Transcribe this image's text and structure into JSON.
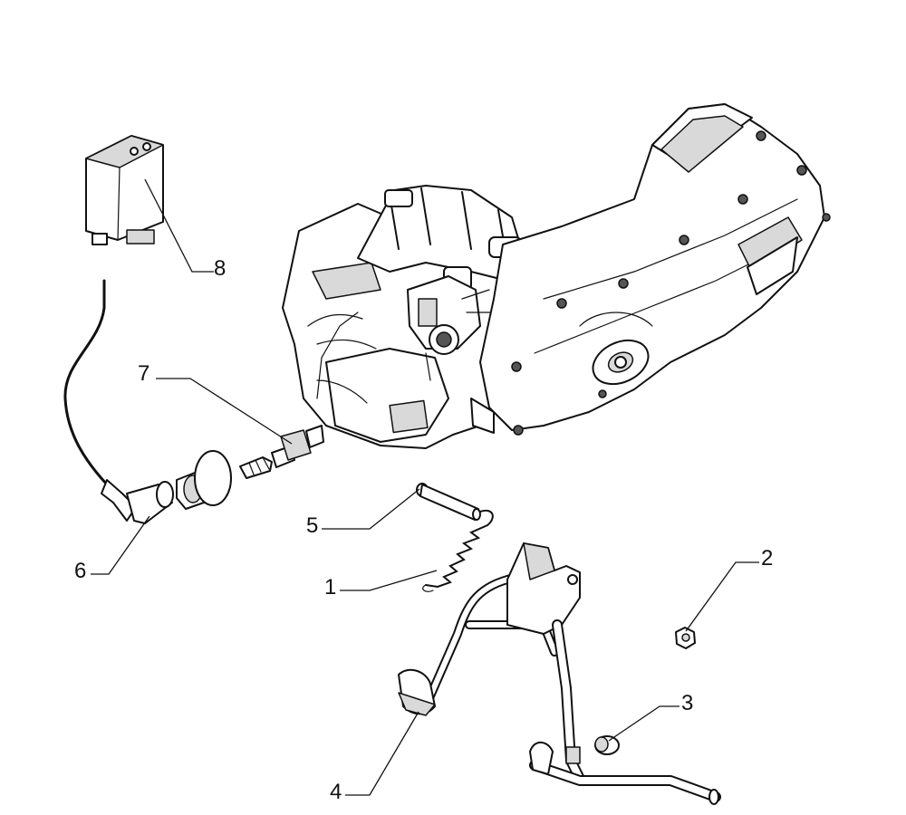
{
  "callouts": [
    {
      "id": "1",
      "label": "1"
    },
    {
      "id": "2",
      "label": "2"
    },
    {
      "id": "3",
      "label": "3"
    },
    {
      "id": "4",
      "label": "4"
    },
    {
      "id": "5",
      "label": "5"
    },
    {
      "id": "6",
      "label": "6"
    },
    {
      "id": "7",
      "label": "7"
    },
    {
      "id": "8",
      "label": "8"
    }
  ],
  "colors": {
    "line": "#111111",
    "background": "#ffffff",
    "shade": "#d9d9d9"
  }
}
